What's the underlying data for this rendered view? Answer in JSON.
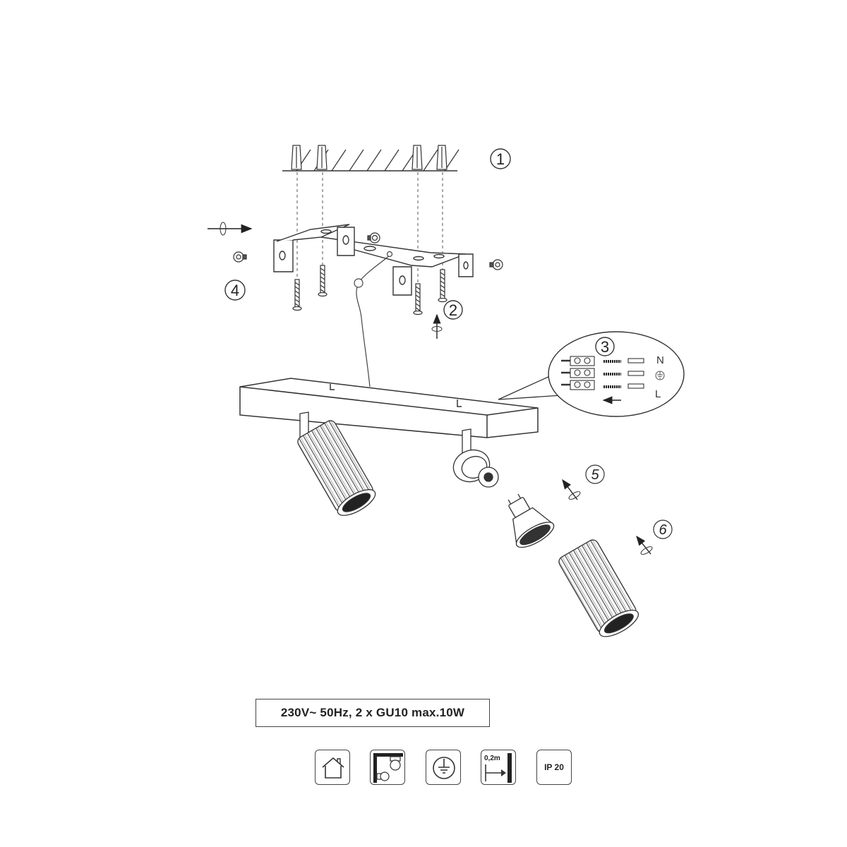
{
  "steps": {
    "s1": "1",
    "s2": "2",
    "s3": "3",
    "s4": "4",
    "s5": "5",
    "s6": "6"
  },
  "wiring": {
    "neutral": "N",
    "live": "L"
  },
  "spec": {
    "text": "230V~ 50Hz, 2 x GU10 max.10W"
  },
  "icons": {
    "indoor": "house-icon",
    "spot": "spotlight-icon",
    "earth": "earth-ground-icon",
    "distance_label": "0,2m",
    "distance": "distance-icon",
    "ip_label": "IP 20"
  }
}
